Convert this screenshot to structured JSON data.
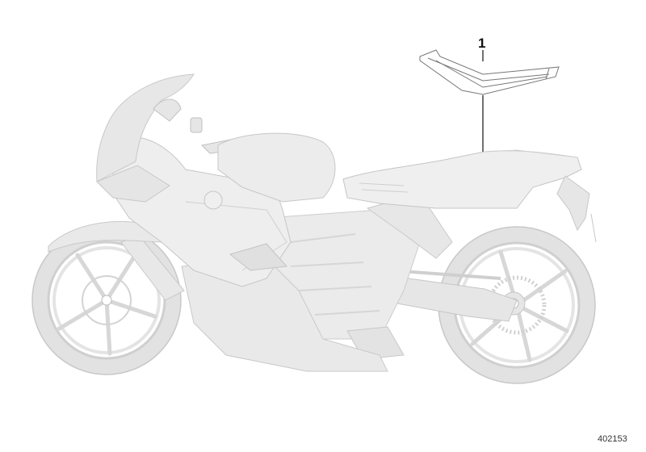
{
  "diagram": {
    "subject": "Sport motorcycle side view (left side) with seat highlighted",
    "callouts": [
      {
        "number": "1",
        "part": "seat"
      }
    ],
    "diagram_id": "402153"
  },
  "colors": {
    "body_fill": "#e4e4e4",
    "body_light": "#efefef",
    "line": "#c4c4c4",
    "dark_line": "#a8a8a8",
    "callout": "#111111"
  }
}
